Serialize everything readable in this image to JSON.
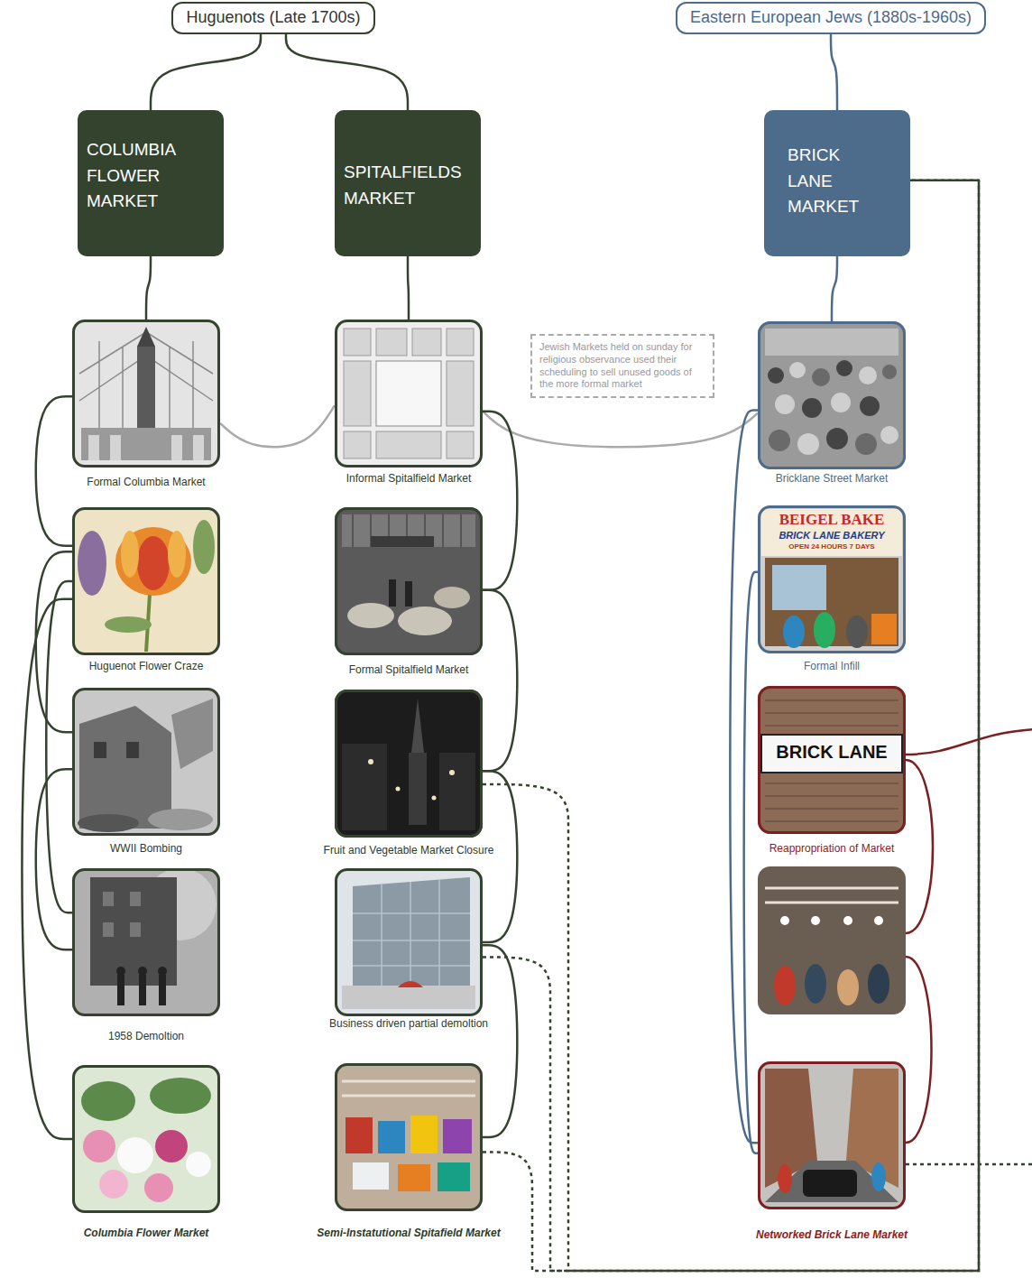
{
  "diagram": {
    "nodes": [
      {
        "text": [
          "Huguenots (Late 1700s)"
        ]
      },
      {
        "text": [
          "Eastern European Jews (1880s-1960s)"
        ]
      },
      {
        "text": [
          "COLUMBIA FLOWER MARKET"
        ]
      },
      {
        "text": [
          "SPITALFIELDS MARKET"
        ]
      },
      {
        "text": [
          "BRICK LANE MARKET"
        ]
      },
      {
        "text": [
          "Formal Columbia Market"
        ]
      },
      {
        "text": [
          "Informal Spitalfield Market"
        ]
      },
      {
        "text": [
          "Jewish Markets held on sunday for religious observance used their scheduling to sell unused goods of the more formal market"
        ]
      },
      {
        "text": [
          "Bricklane Street Market"
        ]
      },
      {
        "text": [
          "Huguenot Flower Craze"
        ]
      },
      {
        "text": [
          "Formal Spitalfield Market"
        ]
      },
      {
        "text": [
          "Formal Infill"
        ]
      },
      {
        "text": [
          "WWII Bombing"
        ]
      },
      {
        "text": [
          "Fruit and Vegetable Market Closure"
        ]
      },
      {
        "text": [
          "Reappropriation of Market"
        ]
      },
      {
        "text": [
          "1958 Demoltion"
        ]
      },
      {
        "text": [
          "Business driven partial demoltion"
        ]
      },
      {
        "text": [
          "Columbia Flower Market"
        ]
      },
      {
        "text": [
          "Semi-Instatutional Spitafield Market"
        ]
      },
      {
        "text": [
          "Networked Brick Lane Market"
        ]
      }
    ],
    "edges": [
      {
        "from": 0,
        "to": 2,
        "arrow": "none"
      },
      {
        "from": 0,
        "to": 3,
        "arrow": "none"
      },
      {
        "from": 1,
        "to": 4,
        "arrow": "none"
      },
      {
        "from": 2,
        "to": 5,
        "arrow": "none"
      },
      {
        "from": 3,
        "to": 6,
        "arrow": "none"
      },
      {
        "from": 4,
        "to": 8,
        "arrow": "none"
      },
      {
        "from": 5,
        "to": 6,
        "arrow": "none"
      },
      {
        "from": 6,
        "to": 8,
        "arrow": "none"
      },
      {
        "from": 5,
        "to": 9,
        "arrow": "none"
      },
      {
        "from": 9,
        "to": 12,
        "arrow": "none"
      },
      {
        "from": 12,
        "to": 15,
        "arrow": "none"
      },
      {
        "from": 9,
        "to": 15,
        "arrow": "none"
      },
      {
        "from": 9,
        "to": 17,
        "arrow": "none"
      },
      {
        "from": 6,
        "to": 10,
        "arrow": "none"
      },
      {
        "from": 10,
        "to": 13,
        "arrow": "none"
      },
      {
        "from": 13,
        "to": 16,
        "arrow": "none"
      },
      {
        "from": 16,
        "to": 18,
        "arrow": "none"
      },
      {
        "from": 8,
        "to": 19,
        "arrow": "none"
      },
      {
        "from": 11,
        "to": 19,
        "arrow": "none"
      },
      {
        "from": 13,
        "to": 4,
        "arrow": "none"
      },
      {
        "from": 16,
        "to": 4,
        "arrow": "none"
      },
      {
        "from": 18,
        "to": 4,
        "arrow": "none"
      }
    ],
    "labels": [
      "BEIGEL BAKE",
      "BRICK LANE BAKERY",
      "OPEN 24 HOURS 7 DAYS",
      "BRICK LANE"
    ]
  }
}
